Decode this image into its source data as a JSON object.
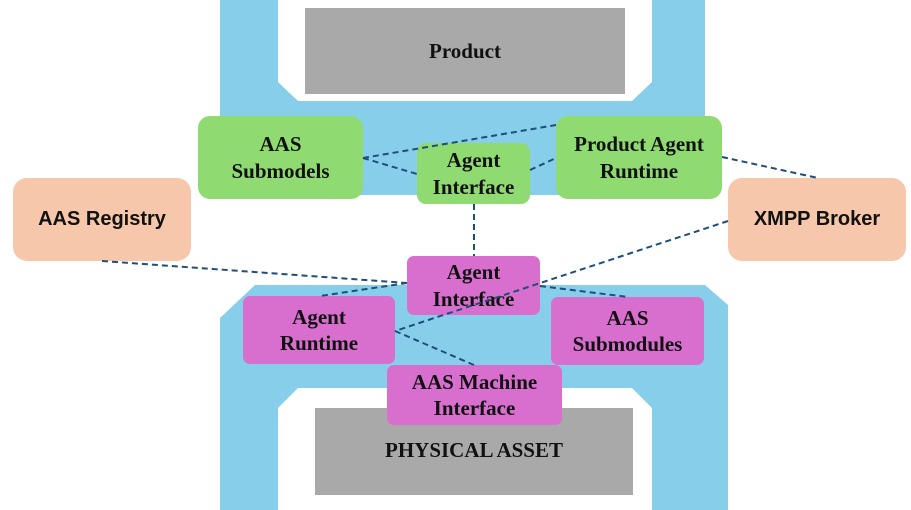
{
  "colors": {
    "frame": "#87ceeb",
    "agent_box": "#8fdb72",
    "machine_box": "#d86fcf",
    "external_box": "#f6c7ab",
    "asset_box": "#a9a9a9",
    "connector": "#1f4e79"
  },
  "product": {
    "label": "Product"
  },
  "product_agent": {
    "submodels": "AAS\nSubmodels",
    "interface": "Agent\nInterface",
    "runtime": "Product Agent\nRuntime"
  },
  "external": {
    "registry": "AAS Registry",
    "broker": "XMPP Broker"
  },
  "machine_agent": {
    "interface": "Agent\nInterface",
    "runtime": "Agent\nRuntime",
    "submodules": "AAS\nSubmodules",
    "machine_interface": "AAS Machine\nInterface"
  },
  "asset": {
    "label": "PHYSICAL ASSET"
  }
}
